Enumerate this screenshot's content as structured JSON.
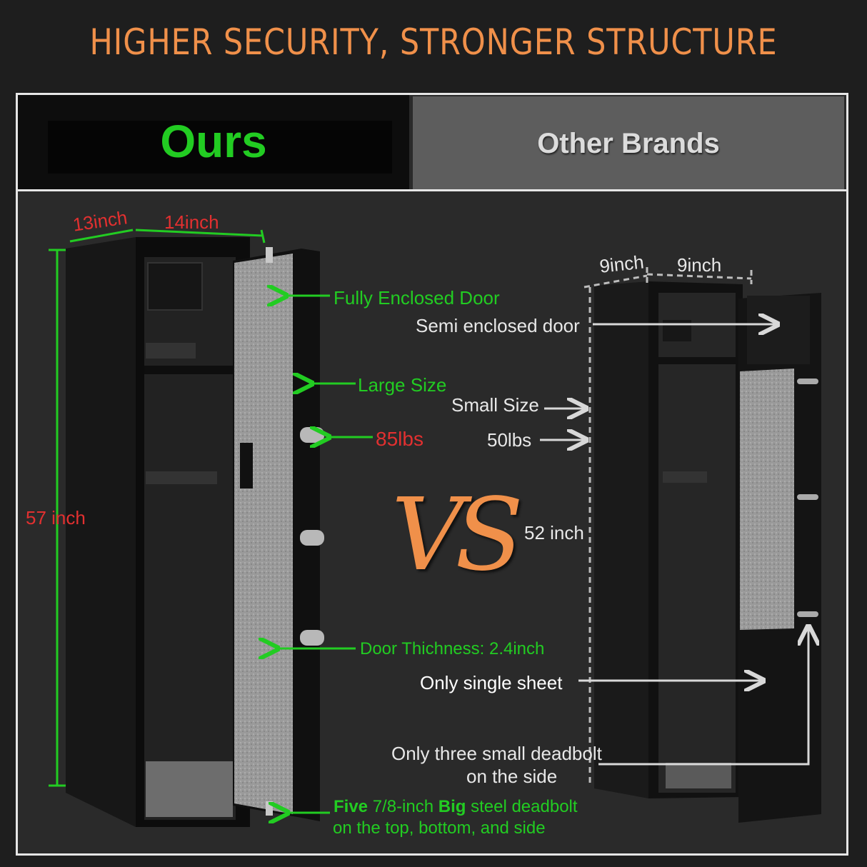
{
  "headline": "HIGHER SECURITY, STRONGER STRUCTURE",
  "tabs": {
    "ours": "Ours",
    "other": "Other Brands"
  },
  "ours": {
    "depth": "13inch",
    "width": "14inch",
    "height": "57 inch",
    "door_label": "Fully Enclosed Door",
    "size_label": "Large Size",
    "weight_label": "85lbs",
    "thickness_label": "Door Thichness: 2.4inch",
    "deadbolt_part1": "Five",
    "deadbolt_part2": " 7/8-inch ",
    "deadbolt_part3": "Big",
    "deadbolt_part4": " steel deadbolt",
    "deadbolt_line2": "on the top, bottom, and side"
  },
  "vs": "VS",
  "other": {
    "depth": "9inch",
    "width": "9inch",
    "height": "52 inch",
    "door_label": "Semi enclosed door",
    "size_label": "Small Size",
    "weight_label": "50lbs",
    "sheet_label": "Only single sheet",
    "deadbolt_line1": "Only three small deadbolt",
    "deadbolt_line2": "on the side"
  },
  "colors": {
    "accent_orange": "#f0904a",
    "green": "#22cc22",
    "red": "#e23030",
    "felt": "#9a9a9a",
    "steel": "#151515"
  }
}
